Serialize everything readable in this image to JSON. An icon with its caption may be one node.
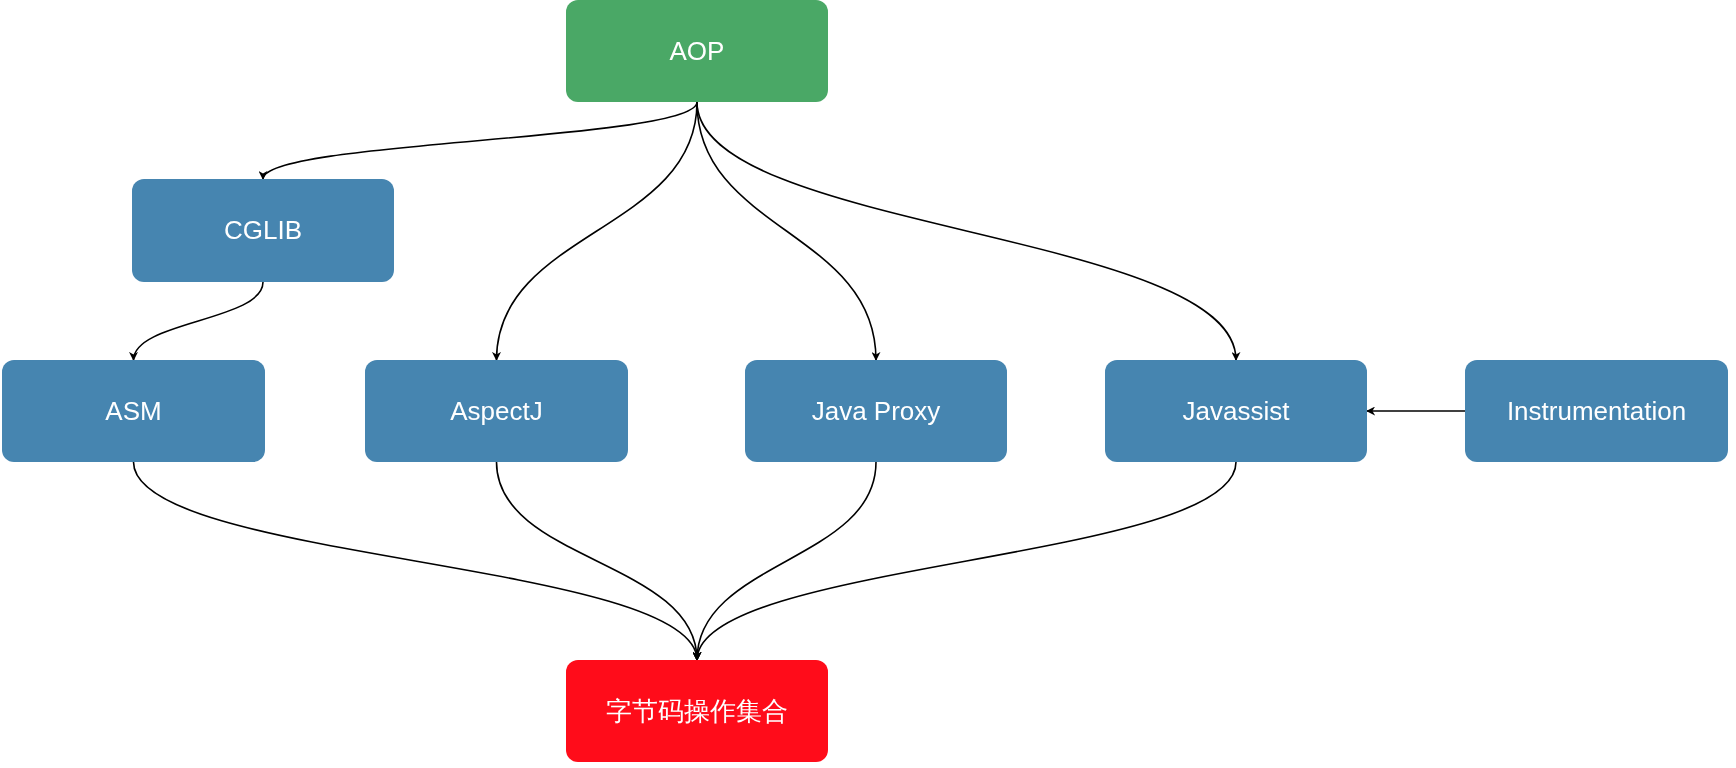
{
  "diagram": {
    "nodes": [
      {
        "text": [
          "AOP"
        ]
      },
      {
        "text": [
          "CGLIB"
        ]
      },
      {
        "text": [
          "ASM"
        ]
      },
      {
        "text": [
          "AspectJ"
        ]
      },
      {
        "text": [
          "Java Proxy"
        ]
      },
      {
        "text": [
          "Javassist"
        ]
      },
      {
        "text": [
          "Instrumentation"
        ]
      },
      {
        "text": [
          "字节码操作集合"
        ]
      }
    ],
    "edges": [
      {
        "from": 0,
        "to": 1,
        "arrow": "to"
      },
      {
        "from": 0,
        "to": 3,
        "arrow": "to"
      },
      {
        "from": 0,
        "to": 4,
        "arrow": "to"
      },
      {
        "from": 0,
        "to": 5,
        "arrow": "to"
      },
      {
        "from": 1,
        "to": 2,
        "arrow": "to"
      },
      {
        "from": 6,
        "to": 5,
        "arrow": "to"
      },
      {
        "from": 2,
        "to": 7,
        "arrow": "to"
      },
      {
        "from": 3,
        "to": 7,
        "arrow": "to"
      },
      {
        "from": 4,
        "to": 7,
        "arrow": "to"
      },
      {
        "from": 5,
        "to": 7,
        "arrow": "to"
      }
    ]
  }
}
